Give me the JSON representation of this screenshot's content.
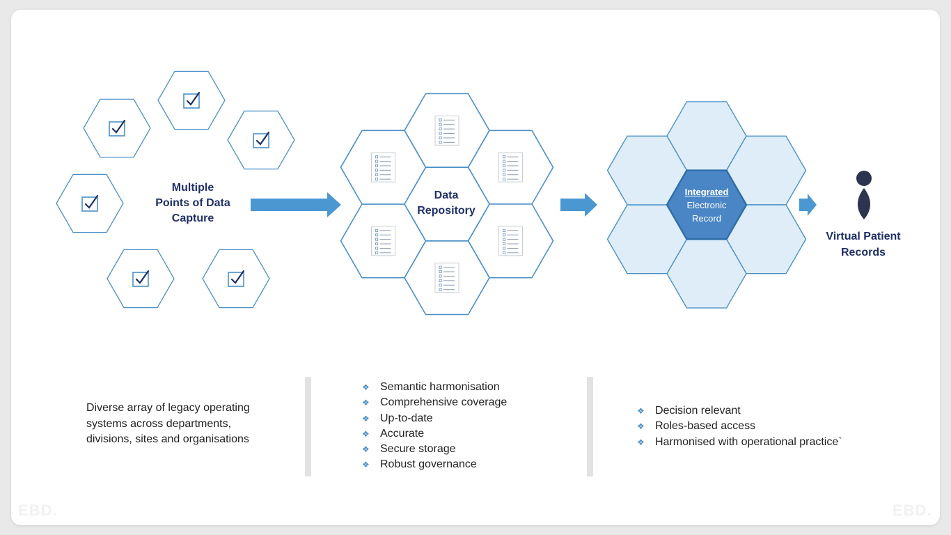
{
  "stages": {
    "capture": {
      "title": "Multiple\nPoints of Data\nCapture"
    },
    "repository": {
      "title": "Data\nRepository"
    },
    "integrated": {
      "title_line1": "Integrated",
      "title_line2": "Electronic",
      "title_line3": "Record"
    },
    "patient": {
      "title": "Virtual Patient\nRecords"
    }
  },
  "descriptions": {
    "capture": "Diverse array of legacy operating systems across departments, divisions, sites and organisations"
  },
  "repository_bullets": [
    "Semantic harmonisation",
    "Comprehensive coverage",
    "Up-to-date",
    "Accurate",
    "Secure storage",
    "Robust governance"
  ],
  "record_bullets": [
    "Decision relevant",
    "Roles-based access",
    "Harmonised with operational practice`"
  ],
  "watermark": "EBD.",
  "colors": {
    "hex_stroke": "#4a90c8",
    "hex_fill_light": "#deedf7",
    "hex_center": "#4a86c5",
    "arrow": "#4a97d2",
    "navy": "#1f2f66",
    "person": "#2b3550"
  },
  "icons": {
    "capture_hex": "checkbox-icon",
    "repository_hex": "document-list-icon"
  }
}
